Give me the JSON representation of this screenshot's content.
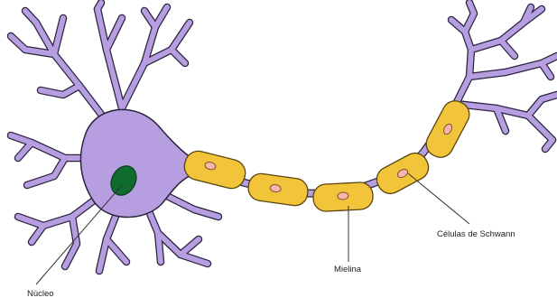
{
  "labels": {
    "nucleus": "Núcleo",
    "myelin": "Mielina",
    "schwann": "Células de Schwann"
  },
  "colors": {
    "neuron_fill": "#b79ee0",
    "neuron_stroke": "#2a2440",
    "nucleus_fill": "#0f6b2e",
    "schwann_fill": "#f2c43a",
    "schwann_stroke": "#5a4410",
    "schwann_nucleus_fill": "#f0b9a8",
    "schwann_nucleus_stroke": "#8a4b3c",
    "leader_line": "#333333"
  }
}
